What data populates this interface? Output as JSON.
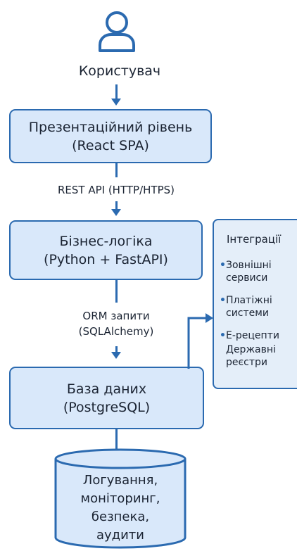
{
  "user": {
    "icon": "user-icon",
    "label": "Користувач"
  },
  "presentation": {
    "line1": "Презентаційний рівень",
    "line2": "(React SPA)"
  },
  "rest_label": "REST API (HTTP/HTPS)",
  "business": {
    "line1": "Бізнес-логіка",
    "line2": "(Python + FastAPI)"
  },
  "orm_label": {
    "line1": "ORM запити",
    "line2": "(SQLAlchemy)"
  },
  "database": {
    "line1": "База даних",
    "line2": "(PostgreSQL)"
  },
  "logging": {
    "lines": [
      "Логування,",
      "моніторинг,",
      "безпека,",
      "аудити"
    ]
  },
  "integrations": {
    "title": "Інтеграції",
    "items": [
      {
        "bullet": "•",
        "lines": [
          "Зовнішні",
          "сервиси"
        ]
      },
      {
        "bullet": "•",
        "lines": [
          "Платіжні",
          "системи"
        ]
      },
      {
        "bullet": "•",
        "lines": [
          "Е-рецепти",
          "Державні",
          "реєстри"
        ]
      }
    ]
  },
  "colors": {
    "accent": "#2b6ab0",
    "box_fill": "#d9e8fa",
    "panel_fill": "#e4eef9"
  }
}
